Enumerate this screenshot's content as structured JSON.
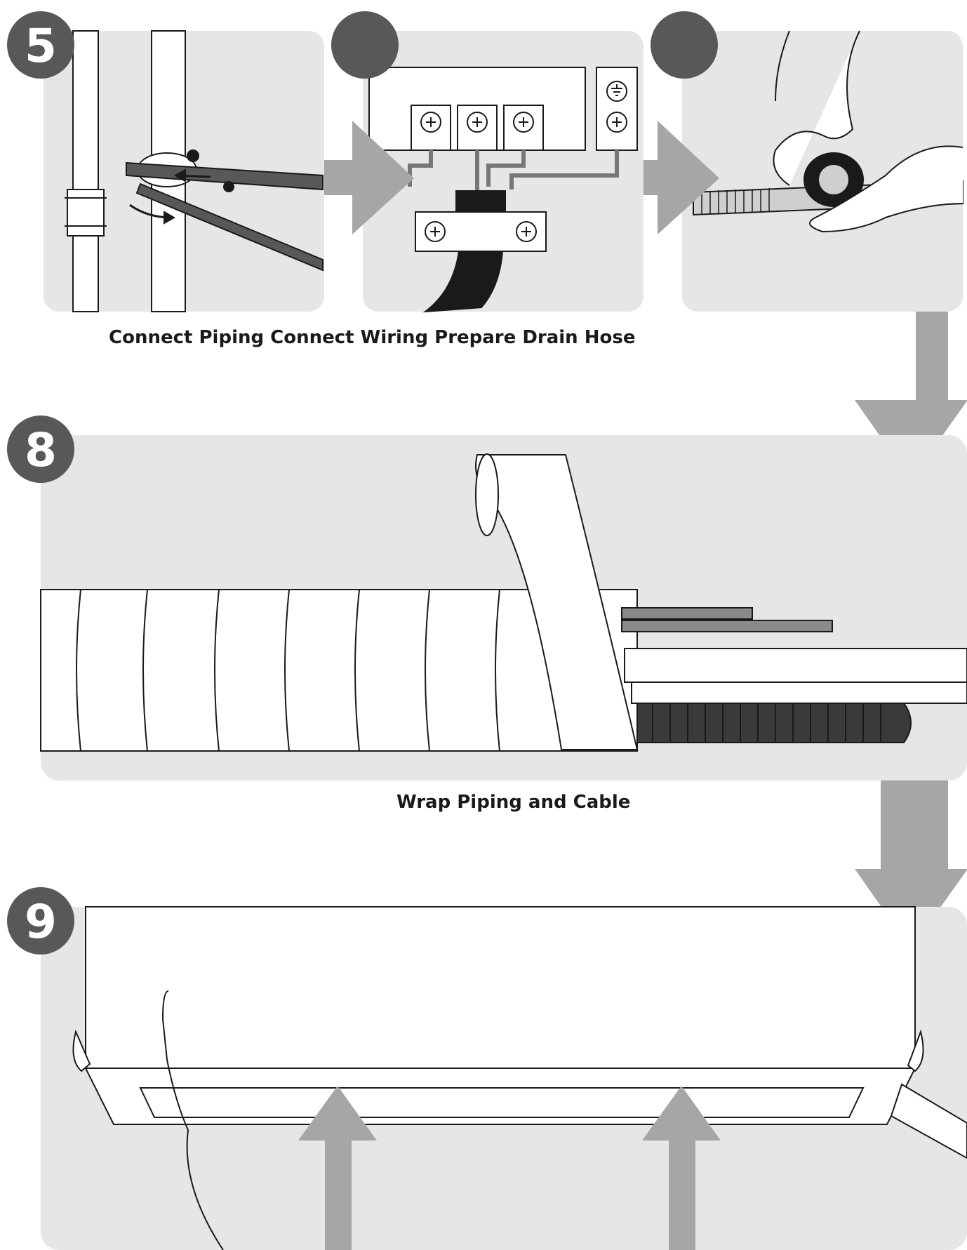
{
  "steps": {
    "step5": {
      "number": "5"
    },
    "step8": {
      "number": "8"
    },
    "step9": {
      "number": "9"
    }
  },
  "captions": {
    "row1": "Connect Piping Connect Wiring Prepare Drain Hose",
    "row2": "Wrap Piping and Cable"
  },
  "colors": {
    "panel": "#e6e6e6",
    "badge": "#58585a",
    "arrow": "#a6a6a6",
    "line": "#1a1a1a"
  }
}
